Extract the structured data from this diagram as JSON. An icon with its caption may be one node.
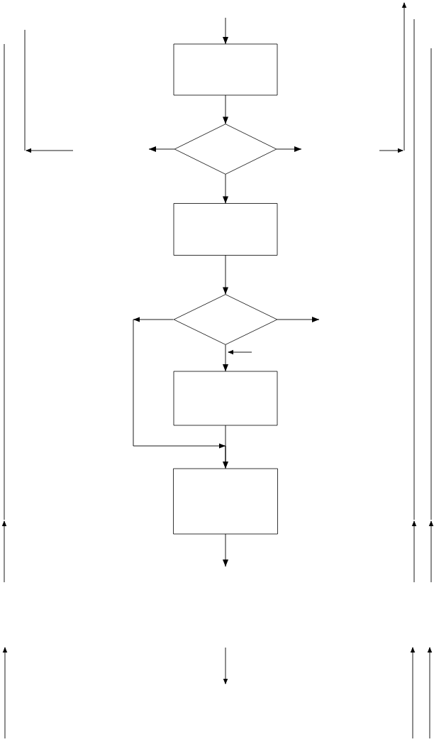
{
  "diagram": {
    "nodes": [
      {
        "text": [],
        "shape": "box"
      },
      {
        "text": [],
        "shape": "diamond"
      },
      {
        "text": [],
        "shape": "box"
      },
      {
        "text": [],
        "shape": "diamond"
      },
      {
        "text": [],
        "shape": "box"
      },
      {
        "text": [],
        "shape": "box"
      }
    ],
    "edges": [
      {
        "from": null,
        "to": 0,
        "arrow": "to"
      },
      {
        "from": 0,
        "to": 1,
        "arrow": "to"
      },
      {
        "from": 1,
        "to": null,
        "arrow": "to"
      },
      {
        "from": 1,
        "to": null,
        "arrow": "to"
      },
      {
        "from": 1,
        "to": 2,
        "arrow": "to"
      },
      {
        "from": 2,
        "to": 3,
        "arrow": "to"
      },
      {
        "from": 3,
        "to": null,
        "arrow": "to"
      },
      {
        "from": 3,
        "to": 5,
        "arrow": "to"
      },
      {
        "from": 3,
        "to": 4,
        "arrow": "to"
      },
      {
        "from": 4,
        "to": 5,
        "arrow": "to"
      },
      {
        "from": 5,
        "to": null,
        "arrow": "to"
      }
    ]
  }
}
